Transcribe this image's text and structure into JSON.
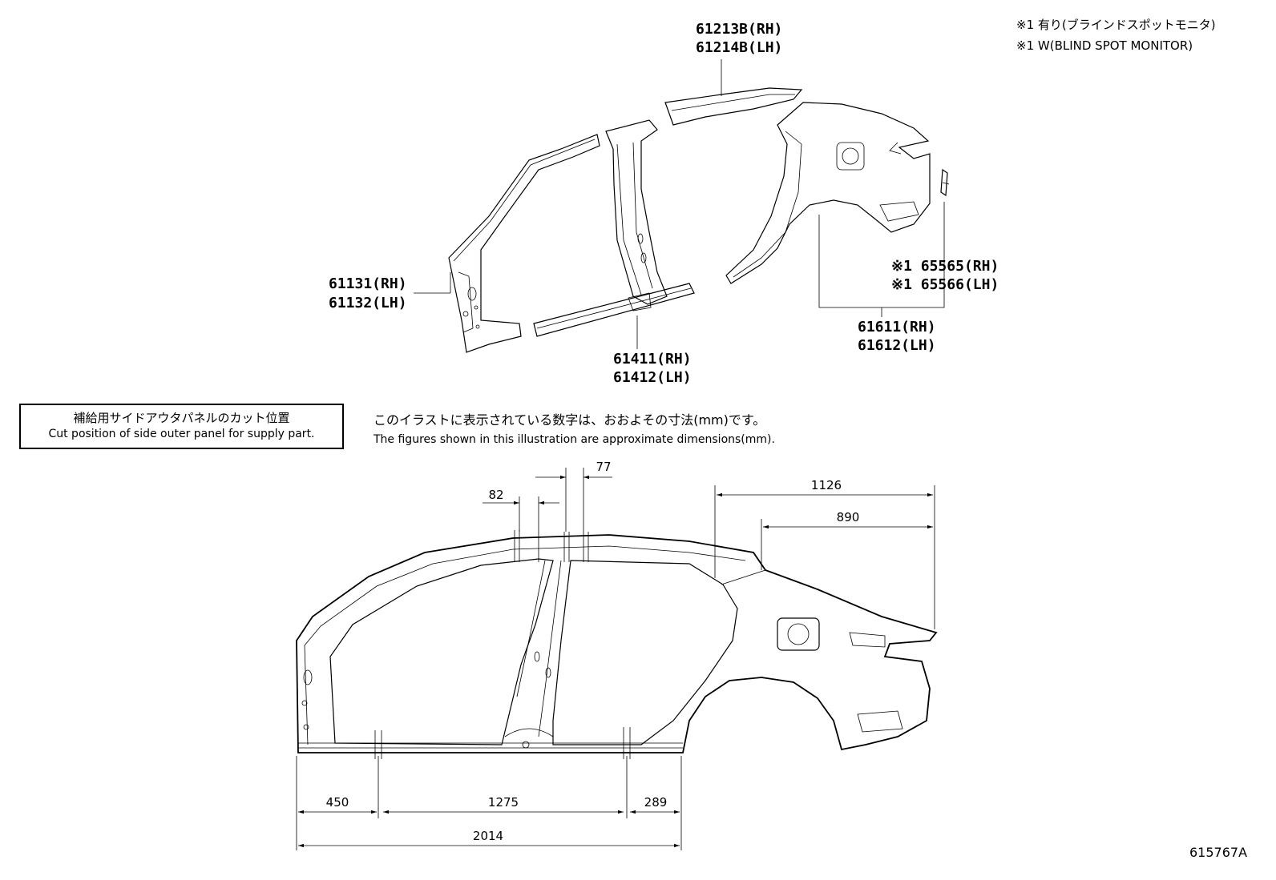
{
  "notes": {
    "note_jp": "※1 有り(ブラインドスポットモニタ)",
    "note_en": "※1 W(BLIND SPOT MONITOR)"
  },
  "parts": {
    "roof_rail": [
      "61213B(RH)",
      "61214B(LH)"
    ],
    "front_pillar": [
      "61131(RH)",
      "61132(LH)"
    ],
    "rocker": [
      "61411(RH)",
      "61412(LH)"
    ],
    "quarter": [
      "61611(RH)",
      "61612(LH)"
    ],
    "bracket": [
      "※1 65565(RH)",
      "※1 65566(LH)"
    ]
  },
  "cut_box": {
    "jp": "補給用サイドアウタパネルのカット位置",
    "en": "Cut position of side outer panel for supply part."
  },
  "dimension_note": {
    "jp": "このイラストに表示されている数字は、おおよその寸法(mm)です。",
    "en": "The figures shown in this illustration are approximate dimensions(mm)."
  },
  "dimensions": {
    "d82": "82",
    "d77": "77",
    "d1126": "1126",
    "d890": "890",
    "d450": "450",
    "d1275": "1275",
    "d289": "289",
    "d2014": "2014"
  },
  "figure_id": "615767A",
  "icons": [
    "dimension-arrow-icon",
    "leader-line-icon"
  ]
}
